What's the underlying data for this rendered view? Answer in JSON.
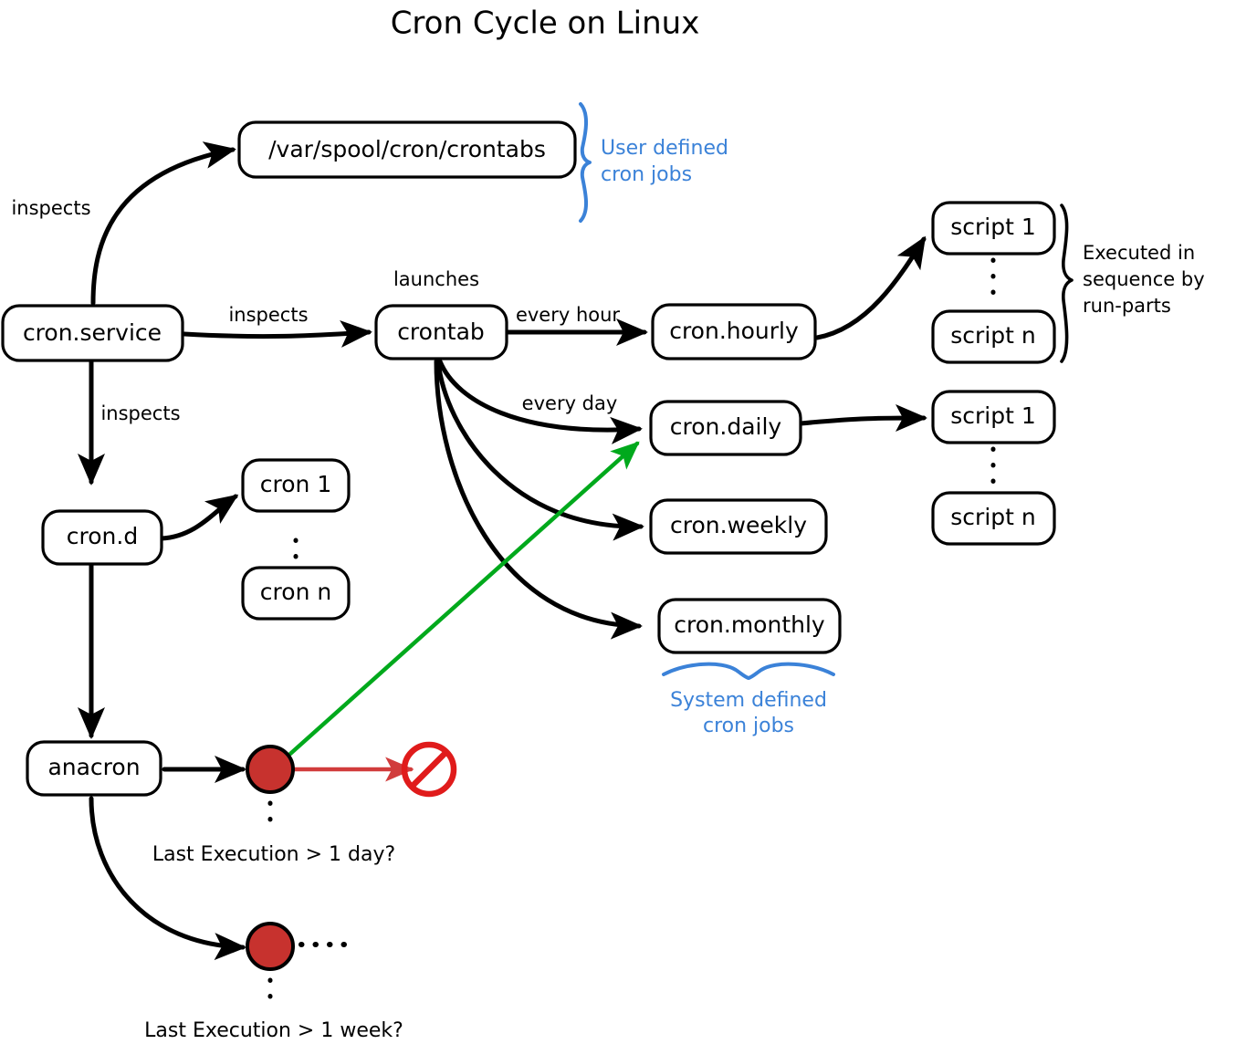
{
  "title": "Cron Cycle on Linux",
  "nodes": {
    "crontabs_path": "/var/spool/cron/crontabs",
    "cron_service": "cron.service",
    "crontab": "crontab",
    "cron_hourly": "cron.hourly",
    "cron_daily": "cron.daily",
    "cron_weekly": "cron.weekly",
    "cron_monthly": "cron.monthly",
    "cron_d": "cron.d",
    "cron_1": "cron 1",
    "cron_n": "cron n",
    "anacron": "anacron",
    "hourly_script_1": "script 1",
    "hourly_script_n": "script n",
    "daily_script_1": "script 1",
    "daily_script_n": "script n"
  },
  "edge_labels": {
    "service_to_crontabs": "inspects",
    "service_to_crontab": "inspects",
    "service_to_crond": "inspects",
    "crontab_launches": "launches",
    "every_hour": "every hour",
    "every_day": "every day"
  },
  "annotations": {
    "user_defined_line1": "User defined",
    "user_defined_line2": "cron jobs",
    "system_defined_line1": "System defined",
    "system_defined_line2": "cron jobs",
    "run_parts_line1": "Executed in",
    "run_parts_line2": "sequence by",
    "run_parts_line3": "run-parts"
  },
  "conditions": {
    "last_exec_day": "Last Execution > 1 day?",
    "last_exec_week": "Last Execution > 1 week?"
  },
  "colors": {
    "annotation_blue": "#3b82d8",
    "green_arrow": "#00a91c",
    "red_circle": "#c7322e",
    "red_arrow": "#d13c3c",
    "ban_red": "#e01b1b",
    "stroke_black": "#000000",
    "background": "#ffffff"
  }
}
